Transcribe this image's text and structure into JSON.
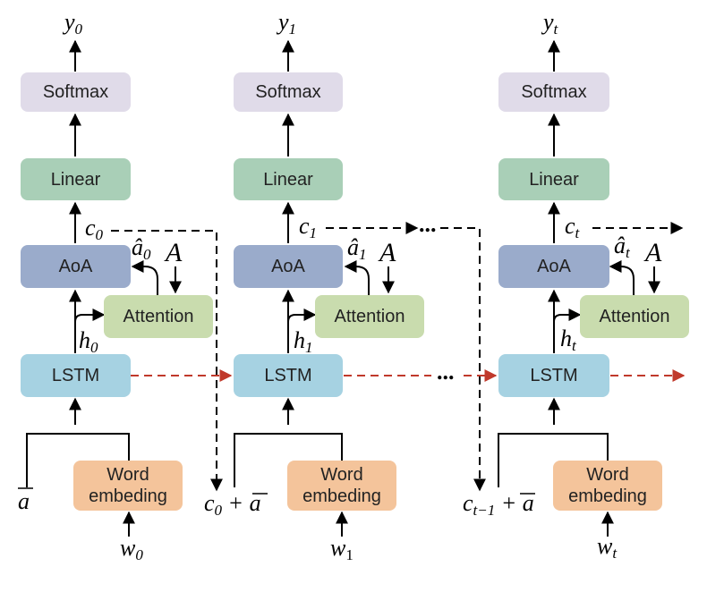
{
  "labels": {
    "softmax": "Softmax",
    "linear": "Linear",
    "aoa": "AoA",
    "attention": "Attention",
    "lstm": "LSTM",
    "word_line1": "Word",
    "word_line2": "embeding",
    "A": "A",
    "dots": "...",
    "a_bar": "a",
    "plus": "+"
  },
  "steps": [
    {
      "y_base": "y",
      "y_sub": "0",
      "c_base": "c",
      "c_sub": "0",
      "ahat_sub": "0",
      "h_sub": "0",
      "w_base": "w",
      "w_sub": "0"
    },
    {
      "y_base": "y",
      "y_sub": "1",
      "c_base": "c",
      "c_sub": "1",
      "ahat_sub": "1",
      "h_sub": "1",
      "w_base": "w",
      "w_sub": "1"
    },
    {
      "y_base": "y",
      "y_sub": "t",
      "c_base": "c",
      "c_sub": "t",
      "ahat_sub": "t",
      "h_sub": "t",
      "w_base": "w",
      "w_sub": "t"
    }
  ],
  "inputs": {
    "c0_base": "c",
    "c0_sub": "0",
    "ct1_base": "c",
    "ct1_sub": "t−1"
  },
  "colors": {
    "softmax": "#e0dbe9",
    "linear": "#a9cfb7",
    "aoa": "#9aabcb",
    "attention": "#c9dcae",
    "lstm": "#a6d2e2",
    "word": "#f4c49b",
    "recurrent_arrow": "#c0392b"
  }
}
